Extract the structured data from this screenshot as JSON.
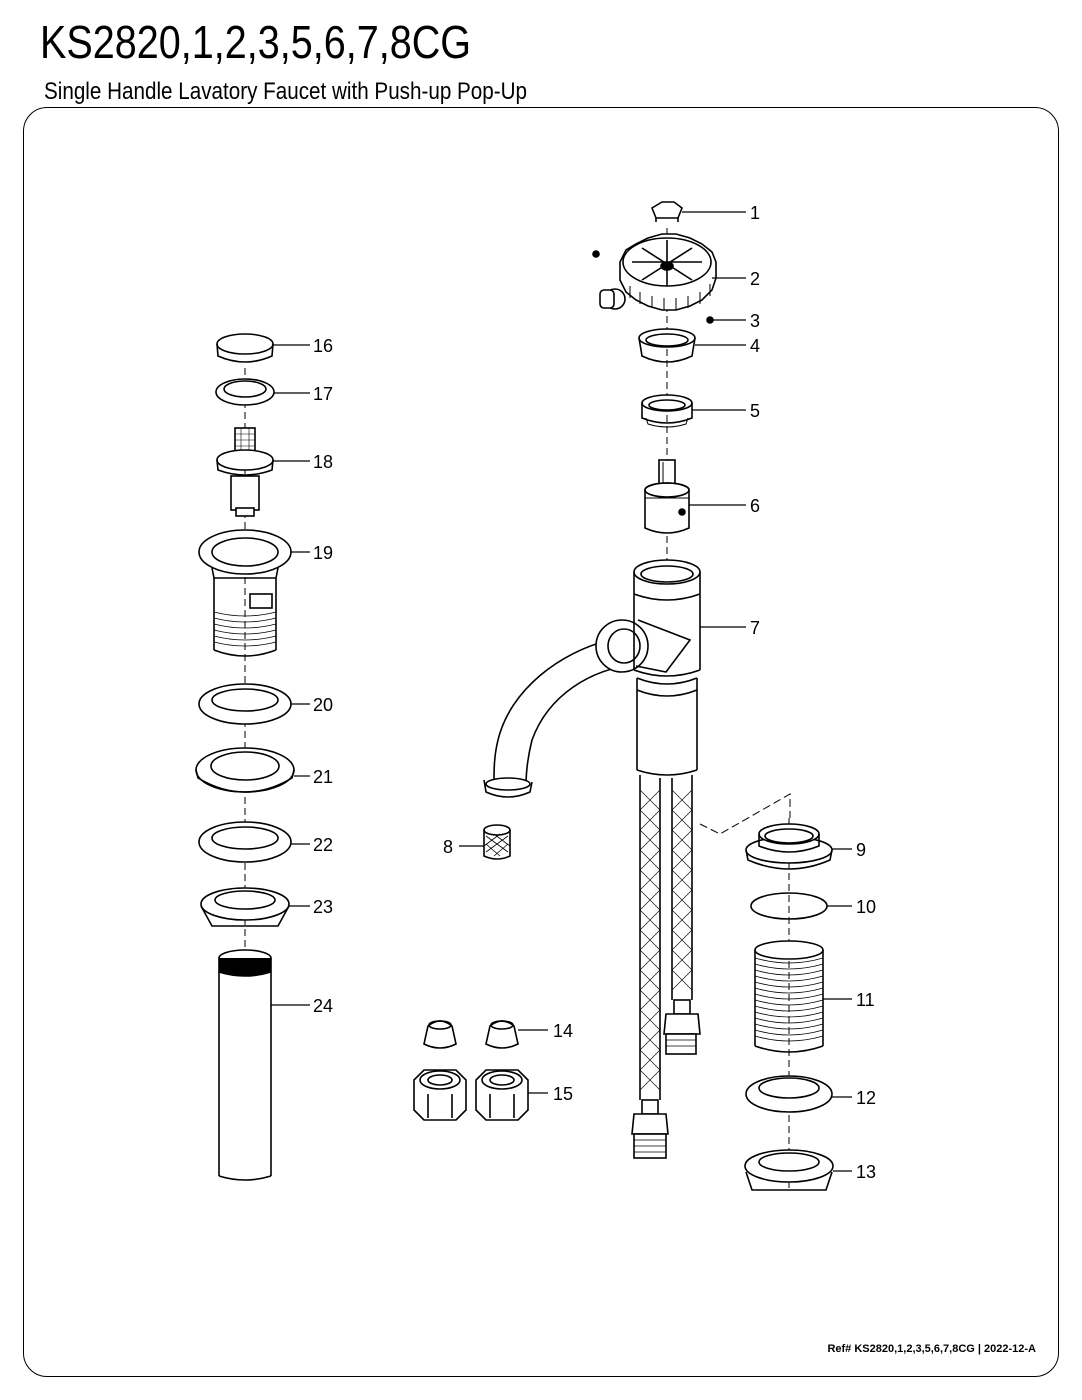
{
  "header": {
    "model": "KS2820,1,2,3,5,6,7,8CG",
    "subtitle": "Single Handle Lavatory Faucet with Push-up Pop-Up"
  },
  "footer": {
    "ref": "Ref# KS2820,1,2,3,5,6,7,8CG | 2022-12-A"
  },
  "callouts": {
    "n1": "1",
    "n2": "2",
    "n3": "3",
    "n4": "4",
    "n5": "5",
    "n6": "6",
    "n7": "7",
    "n8": "8",
    "n9": "9",
    "n10": "10",
    "n11": "11",
    "n12": "12",
    "n13": "13",
    "n14": "14",
    "n15": "15",
    "n16": "16",
    "n17": "17",
    "n18": "18",
    "n19": "19",
    "n20": "20",
    "n21": "21",
    "n22": "22",
    "n23": "23",
    "n24": "24"
  }
}
